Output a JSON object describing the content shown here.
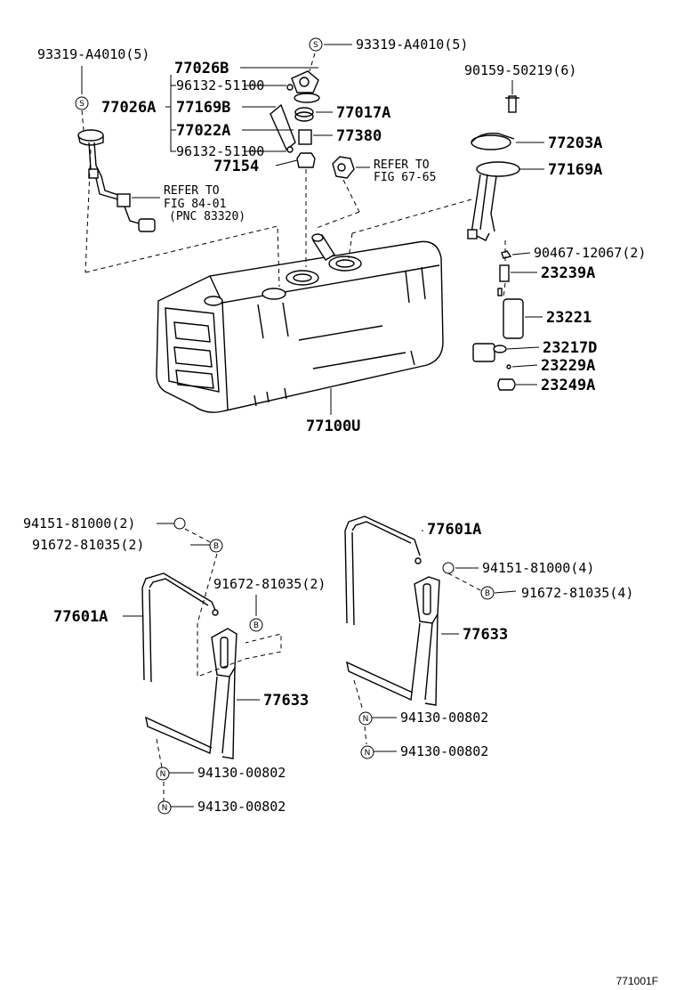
{
  "labels": {
    "l_93319_left": "93319-A4010(5)",
    "l_93319_top": "93319-A4010(5)",
    "l_77026b": "77026B",
    "l_96132_a": "96132-51100",
    "l_77026a": "77026A",
    "l_77169b": "77169B",
    "l_77017a": "77017A",
    "l_77022a": "77022A",
    "l_77380": "77380",
    "l_96132_b": "96132-51100",
    "l_77154": "77154",
    "l_90159": "90159-50219(6)",
    "l_77203a": "77203A",
    "l_77169a": "77169A",
    "l_90467": "90467-12067(2)",
    "l_23239a": "23239A",
    "l_23221": "23221",
    "l_23217d": "23217D",
    "l_23229a": "23229A",
    "l_23249a": "23249A",
    "l_77100u": "77100U",
    "l_94151_left": "94151-81000(2)",
    "l_91672_left": "91672-81035(2)",
    "l_91672_mid": "91672-81035(2)",
    "l_77601a_left": "77601A",
    "l_77633_left": "77633",
    "l_94130_l1": "94130-00802",
    "l_94130_l2": "94130-00802",
    "l_77601a_right": "77601A",
    "l_94151_right": "94151-81000(4)",
    "l_91672_right": "91672-81035(4)",
    "l_77633_right": "77633",
    "l_94130_r1": "94130-00802",
    "l_94130_r2": "94130-00802"
  },
  "refs": {
    "ref1_line1": "REFER TO",
    "ref1_line2": "FIG 84-01",
    "ref1_line3": "(PNC 83320)",
    "ref2_line1": "REFER TO",
    "ref2_line2": "FIG 67-65"
  },
  "markers": {
    "s": "S",
    "b": "B",
    "n": "N"
  },
  "figure_id": "771001F"
}
